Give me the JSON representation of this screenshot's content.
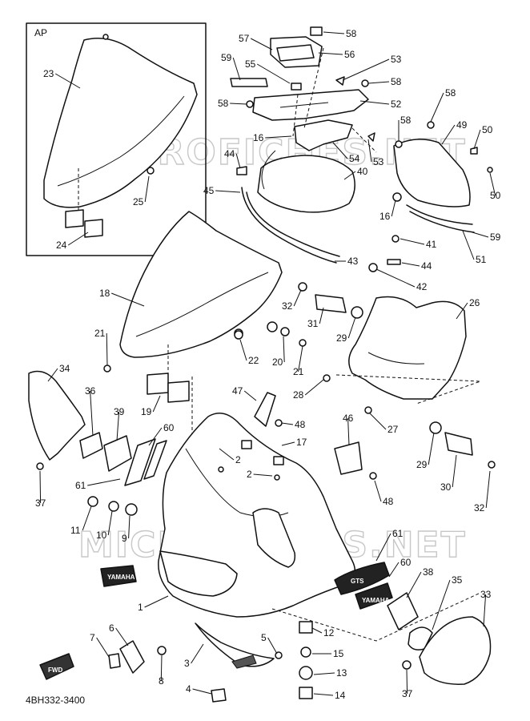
{
  "inset_label": "AP",
  "diagram_code": "4BH332-3400",
  "watermark": "MICROFICHES.NET",
  "front_badge": "FWD",
  "brand_emblem": "YAMAHA",
  "model_emblem": "GTS",
  "callouts": [
    {
      "id": "c58a",
      "text": "58"
    },
    {
      "id": "c57",
      "text": "57"
    },
    {
      "id": "c56",
      "text": "56"
    },
    {
      "id": "c59a",
      "text": "59"
    },
    {
      "id": "c55",
      "text": "55"
    },
    {
      "id": "c53a",
      "text": "53"
    },
    {
      "id": "c58b",
      "text": "58"
    },
    {
      "id": "c58c",
      "text": "58"
    },
    {
      "id": "c52",
      "text": "52"
    },
    {
      "id": "c58d",
      "text": "58"
    },
    {
      "id": "c58e",
      "text": "58"
    },
    {
      "id": "c49",
      "text": "49"
    },
    {
      "id": "c50a",
      "text": "50"
    },
    {
      "id": "c16a",
      "text": "16"
    },
    {
      "id": "c54",
      "text": "54"
    },
    {
      "id": "c53b",
      "text": "53"
    },
    {
      "id": "c44a",
      "text": "44"
    },
    {
      "id": "c40",
      "text": "40"
    },
    {
      "id": "c50b",
      "text": "50"
    },
    {
      "id": "c45",
      "text": "45"
    },
    {
      "id": "c16b",
      "text": "16"
    },
    {
      "id": "c59b",
      "text": "59"
    },
    {
      "id": "c41",
      "text": "41"
    },
    {
      "id": "c43",
      "text": "43"
    },
    {
      "id": "c44b",
      "text": "44"
    },
    {
      "id": "c51",
      "text": "51"
    },
    {
      "id": "c42",
      "text": "42"
    },
    {
      "id": "c23",
      "text": "23"
    },
    {
      "id": "c25",
      "text": "25"
    },
    {
      "id": "c24",
      "text": "24"
    },
    {
      "id": "c18",
      "text": "18"
    },
    {
      "id": "c32a",
      "text": "32"
    },
    {
      "id": "c26",
      "text": "26"
    },
    {
      "id": "c31",
      "text": "31"
    },
    {
      "id": "c29a",
      "text": "29"
    },
    {
      "id": "c21a",
      "text": "21"
    },
    {
      "id": "c22",
      "text": "22"
    },
    {
      "id": "c20",
      "text": "20"
    },
    {
      "id": "c21b",
      "text": "21"
    },
    {
      "id": "c28",
      "text": "28"
    },
    {
      "id": "c34",
      "text": "34"
    },
    {
      "id": "c19",
      "text": "19"
    },
    {
      "id": "c47",
      "text": "47"
    },
    {
      "id": "c48a",
      "text": "48"
    },
    {
      "id": "c27",
      "text": "27"
    },
    {
      "id": "c36",
      "text": "36"
    },
    {
      "id": "c39",
      "text": "39"
    },
    {
      "id": "c60a",
      "text": "60"
    },
    {
      "id": "c2a",
      "text": "2"
    },
    {
      "id": "c17",
      "text": "17"
    },
    {
      "id": "c46",
      "text": "46"
    },
    {
      "id": "c29b",
      "text": "29"
    },
    {
      "id": "c2b",
      "text": "2"
    },
    {
      "id": "c61a",
      "text": "61"
    },
    {
      "id": "c30",
      "text": "30"
    },
    {
      "id": "c37a",
      "text": "37"
    },
    {
      "id": "c48b",
      "text": "48"
    },
    {
      "id": "c32b",
      "text": "32"
    },
    {
      "id": "c11",
      "text": "11"
    },
    {
      "id": "c10",
      "text": "10"
    },
    {
      "id": "c9",
      "text": "9"
    },
    {
      "id": "c61b",
      "text": "61"
    },
    {
      "id": "c60b",
      "text": "60"
    },
    {
      "id": "c38",
      "text": "38"
    },
    {
      "id": "c35",
      "text": "35"
    },
    {
      "id": "c33",
      "text": "33"
    },
    {
      "id": "c1",
      "text": "1"
    },
    {
      "id": "c12",
      "text": "12"
    },
    {
      "id": "c7",
      "text": "7"
    },
    {
      "id": "c6",
      "text": "6"
    },
    {
      "id": "c5",
      "text": "5"
    },
    {
      "id": "c15",
      "text": "15"
    },
    {
      "id": "c3",
      "text": "3"
    },
    {
      "id": "c8",
      "text": "8"
    },
    {
      "id": "c13",
      "text": "13"
    },
    {
      "id": "c4",
      "text": "4"
    },
    {
      "id": "c14",
      "text": "14"
    },
    {
      "id": "c37b",
      "text": "37"
    }
  ]
}
